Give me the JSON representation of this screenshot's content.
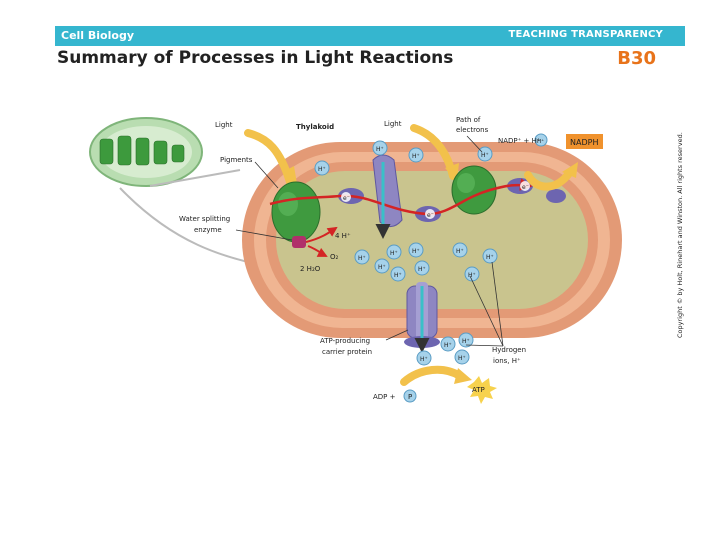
{
  "header": {
    "subject": "Cell Biology",
    "series": "TEACHING TRANSPARENCY",
    "title": "Summary of Processes in Light Reactions",
    "code": "B30"
  },
  "copyright": "Copyright © by Holt, Rinehart and Winston. All rights reserved.",
  "labels": {
    "light_left": "Light",
    "thylakoid": "Thylakoid",
    "light_center": "Light",
    "path_electrons_1": "Path of",
    "path_electrons_2": "electrons",
    "nadp_eq": "NADP⁺ + H⁺",
    "nadph": "NADPH",
    "pigments": "Pigments",
    "water_enzyme_1": "Water splitting",
    "water_enzyme_2": "enzyme",
    "four_h": "4 H⁺",
    "o2": "O₂",
    "two_h2o": "2 H₂O",
    "atp_protein_1": "ATP-producing",
    "atp_protein_2": "carrier protein",
    "hydrogen_ions_1": "Hydrogen",
    "hydrogen_ions_2": "ions, H⁺",
    "adp": "ADP +",
    "p": "P",
    "atp": "ATP",
    "h_ion": "H⁺",
    "electron": "e⁻"
  },
  "colors": {
    "header_bar": "#35b6cf",
    "code": "#e8731a",
    "membrane": "#e39a76",
    "lumen": "#c9c48e",
    "photosystem": "#3f9a3f",
    "protein": "#8e86c2",
    "electron_path": "#d42424",
    "arrow": "#f2c14b",
    "nadph_box": "#f0922d",
    "ion": "#a6d2ea"
  }
}
